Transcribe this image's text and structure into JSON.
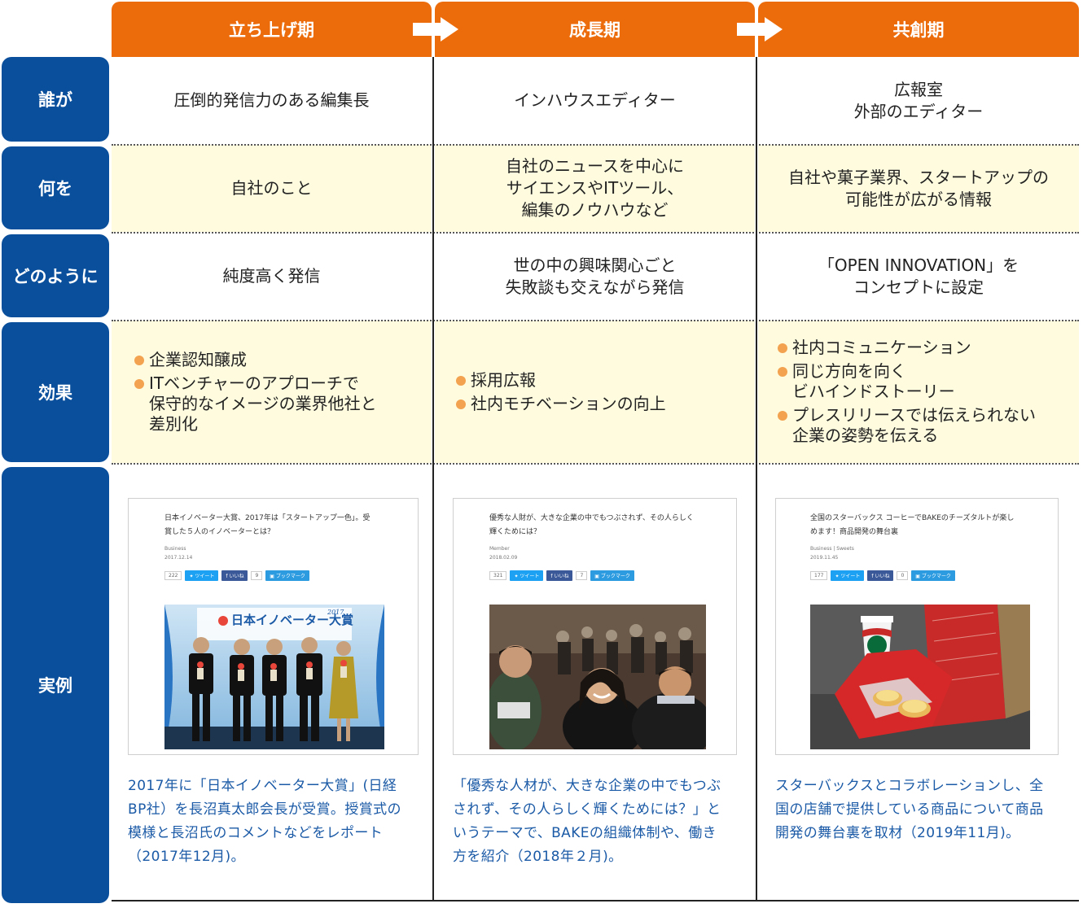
{
  "phases": [
    {
      "label": "立ち上げ期"
    },
    {
      "label": "成長期"
    },
    {
      "label": "共創期"
    }
  ],
  "rows": {
    "who": {
      "label": "誰が",
      "cells": [
        [
          "圧倒的発信力のある編集長"
        ],
        [
          "インハウスエディター"
        ],
        [
          "広報室",
          "外部のエディター"
        ]
      ]
    },
    "what": {
      "label": "何を",
      "cells": [
        [
          "自社のこと"
        ],
        [
          "自社のニュースを中心に",
          "サイエンスやITツール、",
          "編集のノウハウなど"
        ],
        [
          "自社や菓子業界、スタートアップの",
          "可能性が広がる情報"
        ]
      ]
    },
    "how": {
      "label": "どのように",
      "cells": [
        [
          "純度高く発信"
        ],
        [
          "世の中の興味関心ごと",
          "失敗談も交えながら発信"
        ],
        [
          "「OPEN INNOVATION」を",
          "コンセプトに設定"
        ]
      ]
    },
    "effect": {
      "label": "効果",
      "cells": [
        [
          [
            "企業認知醸成"
          ],
          [
            "ITベンチャーのアプローチで",
            "保守的なイメージの業界他社と",
            "差別化"
          ]
        ],
        [
          [
            "採用広報"
          ],
          [
            "社内モチベーションの向上"
          ]
        ],
        [
          [
            "社内コミュニケーション"
          ],
          [
            "同じ方向を向く",
            "ビハインドストーリー"
          ],
          [
            "プレスリリースでは伝えられない",
            "企業の姿勢を伝える"
          ]
        ]
      ]
    },
    "example": {
      "label": "実例"
    }
  },
  "examples": [
    {
      "title": [
        "日本イノベーター大賞、2017年は「スタートアップ一色」。受",
        "賞した５人のイノベーターとは？"
      ],
      "category": "Business",
      "date": "2017.12.14",
      "count": "222",
      "tweet": "ツイート",
      "like": "いいね",
      "like_count": "9",
      "bookmark": "ブックマーク",
      "photo_text": "日本イノベーター大賞",
      "photo_year": "2017",
      "caption": [
        "2017年に「日本イノベーター大賞」(日経",
        "BP社）を長沼真太郎会長が受賞。授賞式の",
        "模様と長沼氏のコメントなどをレポート",
        "（2017年12月)。"
      ]
    },
    {
      "title": [
        "優秀な人財が、大きな企業の中でもつぶされず、その人らしく",
        "輝くためには？"
      ],
      "category": "Member",
      "date": "2018.02.09",
      "count": "321",
      "tweet": "ツイート",
      "like": "いいね",
      "like_count": "7",
      "bookmark": "ブックマーク",
      "caption": [
        "「優秀な人材が、大きな企業の中でもつぶ",
        "されず、その人らしく輝くためには？」と",
        "いうテーマで、BAKEの組織体制や、働き",
        "方を紹介（2018年２月)。"
      ]
    },
    {
      "title": [
        "全国のスターバックス コーヒーでBAKEのチーズタルトが楽し",
        "めます！商品開発の舞台裏"
      ],
      "category": "Business | Sweets",
      "date": "2019.11.45",
      "count": "177",
      "tweet": "ツイート",
      "like": "いいね",
      "like_count": "0",
      "bookmark": "ブックマーク",
      "caption": [
        "スターバックスとコラボレーションし、全",
        "国の店舗で提供している商品について商品",
        "開発の舞台裏を取材（2019年11月)。"
      ]
    }
  ],
  "colors": {
    "phase_header": "#ec6c0c",
    "row_label": "#0a4f9c",
    "highlight_row": "#fefbde",
    "bullet": "#f3a24f",
    "caption_text": "#1b5aa6"
  }
}
